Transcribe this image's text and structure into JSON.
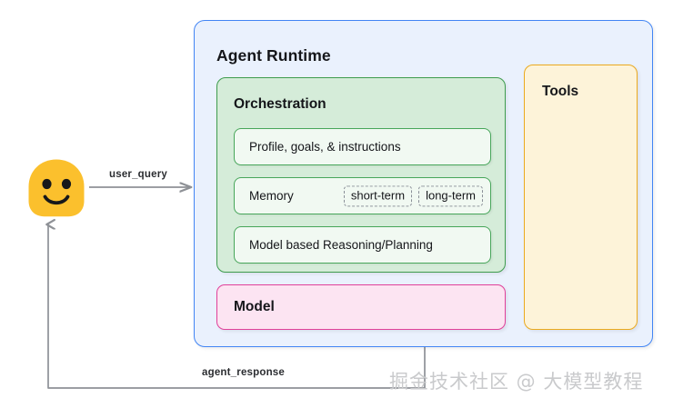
{
  "diagram": {
    "title": "Agent Runtime architecture diagram",
    "colors": {
      "runtime_fill": "#eaf1fd",
      "runtime_border": "#4285f4",
      "orchestration_fill": "#d5ecd9",
      "orchestration_border": "#3e9c4e",
      "inner_row_fill": "#f1f9f2",
      "inner_row_border": "#47a65a",
      "model_fill": "#fce4f2",
      "model_border": "#e0409a",
      "tools_fill": "#fdf3d9",
      "tools_border": "#eaa91e",
      "face_yellow": "#fbc02d",
      "arrow_gray": "#8e9196",
      "watermark_gray": "#c9cacc"
    },
    "runtime": {
      "label": "Agent Runtime"
    },
    "orchestration": {
      "label": "Orchestration",
      "rows": [
        {
          "label": "Profile, goals, & instructions",
          "chips": []
        },
        {
          "label": "Memory",
          "chips": [
            "short-term",
            "long-term"
          ]
        },
        {
          "label": "Model based Reasoning/Planning",
          "chips": []
        }
      ]
    },
    "model": {
      "label": "Model"
    },
    "tools": {
      "label": "Tools"
    },
    "actor": {
      "name": "user-face-emoji",
      "description": "smiling yellow blob face"
    },
    "flows": [
      {
        "label": "user_query",
        "direction": "user-to-runtime"
      },
      {
        "label": "agent_response",
        "direction": "runtime-to-user"
      }
    ],
    "watermark": {
      "text": "掘金技术社区 @ 大模型教程"
    }
  }
}
